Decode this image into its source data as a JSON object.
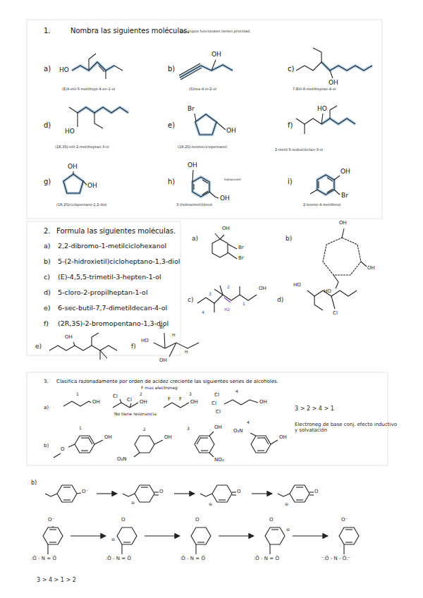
{
  "diagram": {
    "labels": [
      "1.",
      "Nombra las siguientes moléculas.",
      "Los grupos funcionales tienen prioridad",
      "a)",
      "HO",
      "(E)4-etil-5-metilhept-4-en-1-ol",
      "b)",
      "OH",
      "(S)hex-4-in-2-ol",
      "c)",
      "OH",
      "7-Etil-8-metilheptan-4-ol",
      "d)",
      "HO",
      "(1R,3S)-etil-2-metilheptan-3-ol",
      "e)",
      "Br",
      "OH",
      "(1R,2S)-bromociclopentanol",
      "f)",
      "HO",
      "2-metil-5-isobutiloctan-3-ol",
      "g)",
      "OH",
      "OH",
      "(1R,2S)ciclopentano-1,2-diol",
      "h)",
      "OH",
      "OH",
      "hidroximetil",
      "3-(hidroximetil)fenol",
      "i)",
      "OH",
      "Br",
      "2-bromo-4-metilfenol",
      "2.",
      "Formula las siguientes moléculas.",
      "a)",
      "2,2-dibromo-1-metilciclohexanol",
      "b)",
      "5-(2-hidroxietil)cicloheptano-1,3-diol",
      "c)",
      "(E)-4,5,5-trimetil-3-hepten-1-ol",
      "d)",
      "5-cloro-2-propilheptan-1-ol",
      "e)",
      "6-sec-butil-7,7-dimetildecan-4-ol",
      "f)",
      "(2R,3S)-2-bromopentano-1,3-diol",
      "a)",
      "OH",
      "Br",
      "Br",
      "b)",
      "OH",
      "OH",
      "HO",
      "c)",
      "OH",
      "1",
      "2",
      "3",
      "4",
      "H2",
      "d)",
      "HO",
      "Cl",
      "e)",
      "OH",
      "f)",
      "HO",
      "Br",
      "H",
      "H",
      "OH",
      "3.",
      "Clasifica razonadamente por orden de acidez creciente las siguientes series de alcoholes.",
      "F mas electroneg",
      "a)",
      "1",
      "OH",
      "Cl",
      "Cl",
      "2",
      "OH",
      "F",
      "F",
      "3",
      "OH",
      "4",
      "Cl",
      "Cl",
      "Cl",
      "OH",
      "3 > 2 > 4 > 1",
      "Electroneg de base conj, efecto inductivo y solvatación",
      "b)",
      "1",
      "OH",
      "O",
      "No tiene resonancia",
      "2",
      "OH",
      "O₂N",
      "3",
      "OH",
      "NO₂",
      "4",
      "O₂N",
      "OH",
      "b)",
      "3 > 4 > 1 > 2",
      "O⁻",
      "O",
      "⊖",
      "O",
      "⊖",
      "O",
      "⊖",
      "O⁻",
      ":Ö - N = Ö",
      "O",
      ":Ö - N = Ö",
      "⊖",
      "O",
      ":Ö - N = Ö",
      "O",
      ":Ö - N = Ö",
      "⊖",
      "O⁻",
      "⁻:Ö - N - Ö:⁻"
    ]
  }
}
